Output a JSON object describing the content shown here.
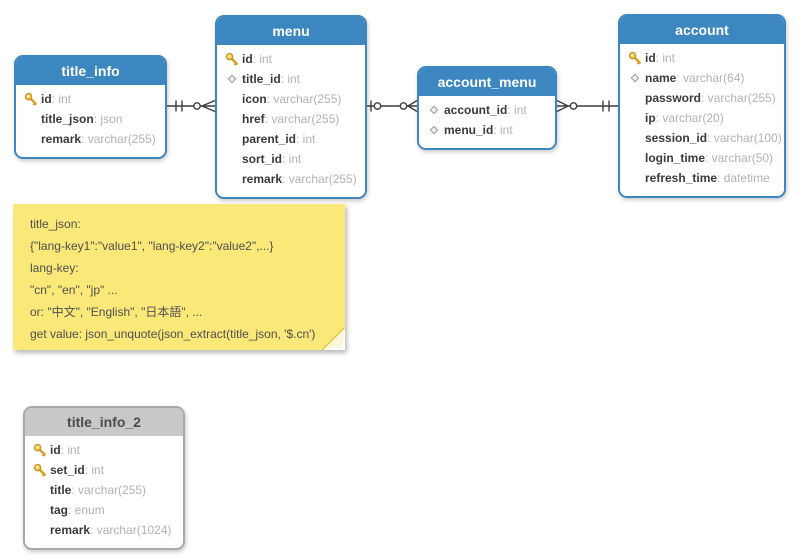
{
  "colors": {
    "table_header_blue": "#3d87c1",
    "table_border_blue": "#3d87c1",
    "table_header_gray": "#c8c8c8",
    "table_border_gray": "#a8a8a8",
    "note_yellow": "#fae879",
    "key_icon_gold": "#f0c24a",
    "field_name_text": "#3a3a3a",
    "field_type_text": "#b2b2b2",
    "connector_line": "#3d3d3d"
  },
  "tables": [
    {
      "id": "title_info",
      "name": "title_info",
      "style": "blue",
      "fields": [
        {
          "icon": "key",
          "name": "id",
          "type": "int"
        },
        {
          "icon": "none",
          "name": "title_json",
          "type": "json"
        },
        {
          "icon": "none",
          "name": "remark",
          "type": "varchar(255)"
        }
      ]
    },
    {
      "id": "menu",
      "name": "menu",
      "style": "blue",
      "fields": [
        {
          "icon": "key",
          "name": "id",
          "type": "int"
        },
        {
          "icon": "diamond",
          "name": "title_id",
          "type": "int"
        },
        {
          "icon": "none",
          "name": "icon",
          "type": "varchar(255)"
        },
        {
          "icon": "none",
          "name": "href",
          "type": "varchar(255)"
        },
        {
          "icon": "none",
          "name": "parent_id",
          "type": "int"
        },
        {
          "icon": "none",
          "name": "sort_id",
          "type": "int"
        },
        {
          "icon": "none",
          "name": "remark",
          "type": "varchar(255)"
        }
      ]
    },
    {
      "id": "account_menu",
      "name": "account_menu",
      "style": "blue",
      "fields": [
        {
          "icon": "diamond",
          "name": "account_id",
          "type": "int"
        },
        {
          "icon": "diamond",
          "name": "menu_id",
          "type": "int"
        }
      ]
    },
    {
      "id": "account",
      "name": "account",
      "style": "blue",
      "fields": [
        {
          "icon": "key",
          "name": "id",
          "type": "int"
        },
        {
          "icon": "diamond",
          "name": "name",
          "type": "varchar(64)"
        },
        {
          "icon": "none",
          "name": "password",
          "type": "varchar(255)"
        },
        {
          "icon": "none",
          "name": "ip",
          "type": "varchar(20)"
        },
        {
          "icon": "none",
          "name": "session_id",
          "type": "varchar(100)"
        },
        {
          "icon": "none",
          "name": "login_time",
          "type": "varchar(50)"
        },
        {
          "icon": "none",
          "name": "refresh_time",
          "type": "datetime"
        }
      ]
    },
    {
      "id": "title_info_2",
      "name": "title_info_2",
      "style": "gray",
      "fields": [
        {
          "icon": "key",
          "name": "id",
          "type": "int"
        },
        {
          "icon": "key",
          "name": "set_id",
          "type": "int"
        },
        {
          "icon": "none",
          "name": "title",
          "type": "varchar(255)"
        },
        {
          "icon": "none",
          "name": "tag",
          "type": "enum"
        },
        {
          "icon": "none",
          "name": "remark",
          "type": "varchar(1024)"
        }
      ]
    }
  ],
  "note": {
    "lines": [
      "title_json:",
      "{\"lang-key1\":\"value1\", \"lang-key2\":\"value2\",...}",
      "lang-key:",
      "\"cn\", \"en\", \"jp\" ...",
      "or: \"中文\", \"English\", \"日本語\", ...",
      "get value: json_unquote(json_extract(title_json, '$.cn')"
    ]
  },
  "connectors": [
    {
      "from": "title_info",
      "to": "menu",
      "from_cardinality": "exactly-one",
      "to_cardinality": "zero-or-many"
    },
    {
      "from": "menu",
      "to": "account_menu",
      "from_cardinality": "zero-or-one",
      "to_cardinality": "zero-or-many"
    },
    {
      "from": "account_menu",
      "to": "account",
      "from_cardinality": "zero-or-many",
      "to_cardinality": "exactly-one"
    }
  ]
}
